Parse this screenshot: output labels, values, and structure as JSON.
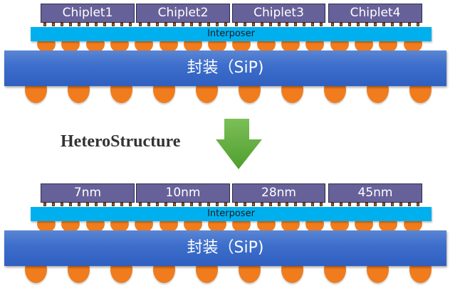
{
  "top_stack": {
    "chiplets": [
      "Chiplet1",
      "Chiplet2",
      "Chiplet3",
      "Chiplet4"
    ],
    "interposer_label": "Interposer",
    "package_label": "封装（SiP)"
  },
  "transition": {
    "label": "HeteroStructure",
    "arrow_icon": "arrow-down-icon"
  },
  "bottom_stack": {
    "chiplets": [
      "7nm",
      "10nm",
      "28nm",
      "45nm"
    ],
    "interposer_label": "Interposer",
    "package_label": "封装（SiP)"
  },
  "colors": {
    "chiplet": "#67619a",
    "interposer": "#00b0ee",
    "package": "#3e6fcc",
    "bump": "#f07c1d",
    "arrow": "#5aa83a"
  }
}
